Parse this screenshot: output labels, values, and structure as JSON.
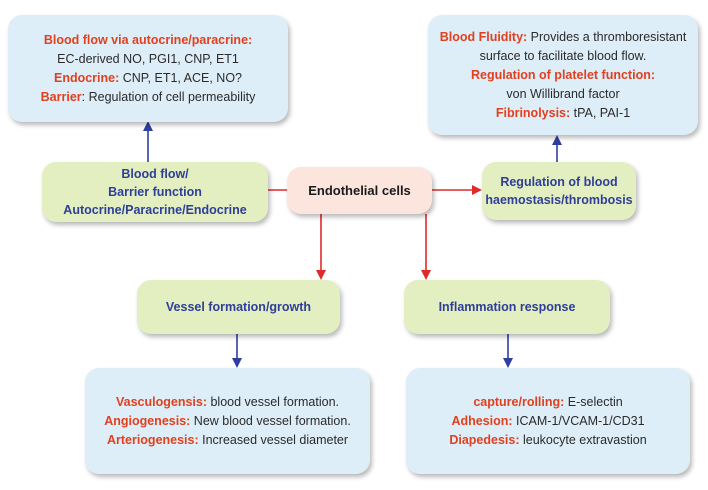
{
  "colors": {
    "red_arrow": "#e02a2a",
    "blue_arrow": "#2f3fa0",
    "label_red": "#e0401e",
    "label_blue": "#2e3f99",
    "info_box_bg": "#deeef8",
    "mid_box_bg": "#e3eec1",
    "center_box_bg": "#fbe5dc"
  },
  "center": {
    "label": "Endothelial cells"
  },
  "blood_flow": {
    "box_lines": [
      "Blood flow/",
      "Barrier function",
      "Autocrine/Paracrine/Endocrine"
    ],
    "info": {
      "line1_label": "Blood flow via autocrine/paracrine:",
      "line2_text": "EC-derived NO, PGI1, CNP, ET1",
      "line3_label": "Endocrine:",
      "line3_text": " CNP, ET1, ACE, NO?",
      "line4_label": "Barrier",
      "line4_text": ": Regulation of cell permeability"
    }
  },
  "haemostasis": {
    "box_lines": [
      "Regulation of blood",
      "haemostasis/thrombosis"
    ],
    "info": {
      "line1_label": "Blood Fluidity:",
      "line1_text": " Provides a thromboresistant",
      "line2_text": "surface to facilitate blood flow.",
      "line3_label": "Regulation of platelet function:",
      "line4_text": "von Willibrand factor",
      "line5_label": "Fibrinolysis:",
      "line5_text": " tPA, PAI-1"
    }
  },
  "vessel": {
    "box_label": "Vessel formation/growth",
    "info": {
      "line1_label": "Vasculogensis:",
      "line1_text": " blood vessel formation.",
      "line2_label": "Angiogenesis:",
      "line2_text": " New blood vessel formation.",
      "line3_label": "Arteriogenesis:",
      "line3_text": " Increased vessel diameter"
    }
  },
  "inflammation": {
    "box_label": "Inflammation response",
    "info": {
      "line1_label": "capture/rolling:",
      "line1_text": " E-selectin",
      "line2_label": "Adhesion:",
      "line2_text": " ICAM-1/VCAM-1/CD31",
      "line3_label": "Diapedesis:",
      "line3_text": " leukocyte extravastion"
    }
  }
}
